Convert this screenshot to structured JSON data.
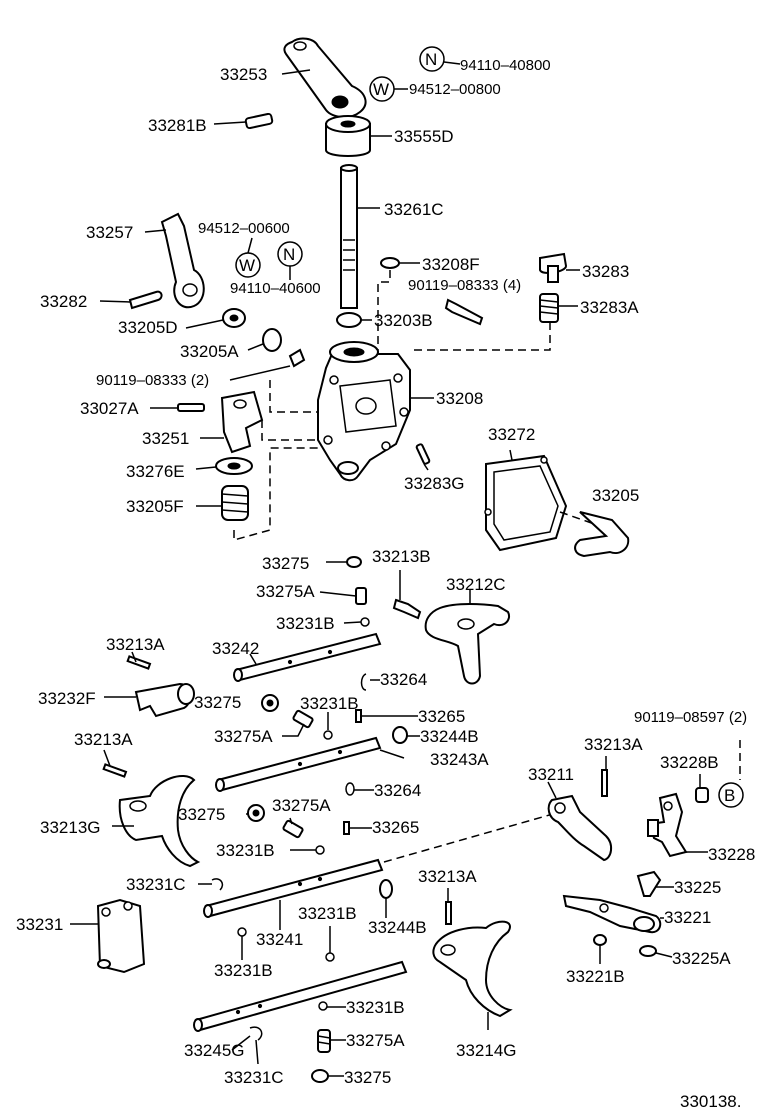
{
  "diagram_id": "330138.",
  "symbols": {
    "nut": "N",
    "washer": "W",
    "bolt": "B"
  },
  "labels": {
    "p33253": "33253",
    "p94110_40800": "94110–40800",
    "p94512_00800": "94512–00800",
    "p33281B": "33281B",
    "p33555D": "33555D",
    "p33261C": "33261C",
    "p33257": "33257",
    "p94512_00600": "94512–00600",
    "p94110_40600": "94110–40600",
    "p33282": "33282",
    "p33205D": "33205D",
    "p33208F": "33208F",
    "p33283": "33283",
    "p90119_08333_4": "90119–08333 (4)",
    "p33283A": "33283A",
    "p33203B": "33203B",
    "p33205A": "33205A",
    "p90119_08333_2": "90119–08333 (2)",
    "p33208": "33208",
    "p33027A": "33027A",
    "p33251": "33251",
    "p33272": "33272",
    "p33276E": "33276E",
    "p33283G": "33283G",
    "p33205": "33205",
    "p33205F": "33205F",
    "p33275_a": "33275",
    "p33213B": "33213B",
    "p33275A_a": "33275A",
    "p33212C": "33212C",
    "p33231B_a": "33231B",
    "p33213A_a": "33213A",
    "p33242": "33242",
    "p33264_a": "33264",
    "p33232F": "33232F",
    "p33275_b": "33275",
    "p33231B_b": "33231B",
    "p33265_a": "33265",
    "p90119_08597": "90119–08597 (2)",
    "p33275A_b": "33275A",
    "p33244B": "33244B",
    "p33213A_b": "33213A",
    "p33243A": "33243A",
    "p33213A_c": "33213A",
    "p33211": "33211",
    "p33228B": "33228B",
    "p33264_b": "33264",
    "p33275_c": "33275",
    "p33275A_c": "33275A",
    "p33213G": "33213G",
    "p33265_b": "33265",
    "p33231B_c": "33231B",
    "p33228": "33228",
    "p33231C_a": "33231C",
    "p33213A_d": "33213A",
    "p33225": "33225",
    "p33231": "33231",
    "p33231B_d": "33231B",
    "p33241": "33241",
    "p33244B_b": "33244B",
    "p33221": "33221",
    "p33231B_e": "33231B",
    "p33221B": "33221B",
    "p33225A": "33225A",
    "p33231B_f": "33231B",
    "p33275A_d": "33275A",
    "p33245G": "33245G",
    "p33214G": "33214G",
    "p33231C_b": "33231C",
    "p33275_d": "33275"
  }
}
